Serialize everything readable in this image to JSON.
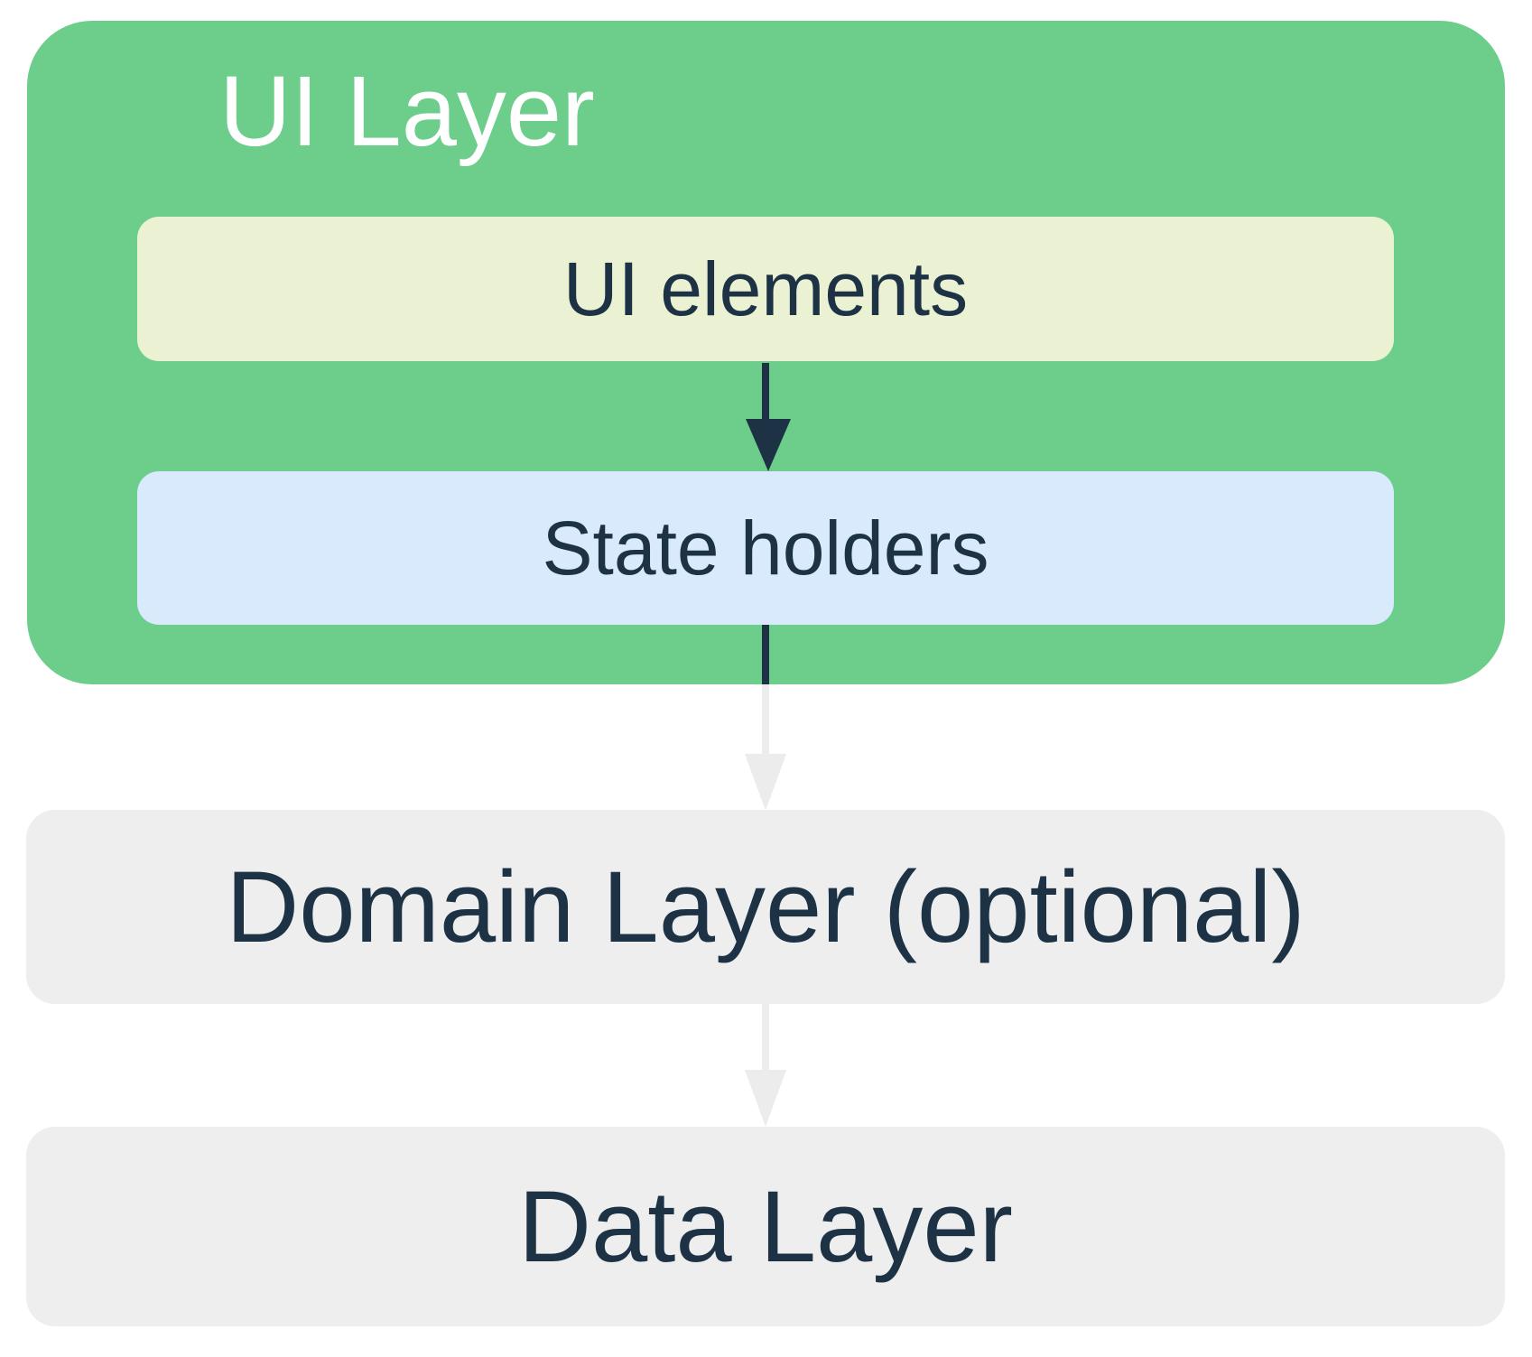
{
  "palette": {
    "background": "#ffffff",
    "ui_layer_bg": "#6dce8c",
    "ui_elements_bg": "#ebf2d3",
    "state_holders_bg": "#d8eafb",
    "layer_box_bg": "#eeeeee",
    "text_dark": "#1d3345",
    "text_light": "#ffffff",
    "arrow_dark": "#1d3345",
    "arrow_light": "#ececec"
  },
  "diagram": {
    "ui_layer": {
      "title": "UI Layer",
      "ui_elements": {
        "label": "UI elements"
      },
      "state_holders": {
        "label": "State holders"
      }
    },
    "domain_layer": {
      "label": "Domain Layer (optional)"
    },
    "data_layer": {
      "label": "Data Layer"
    }
  }
}
